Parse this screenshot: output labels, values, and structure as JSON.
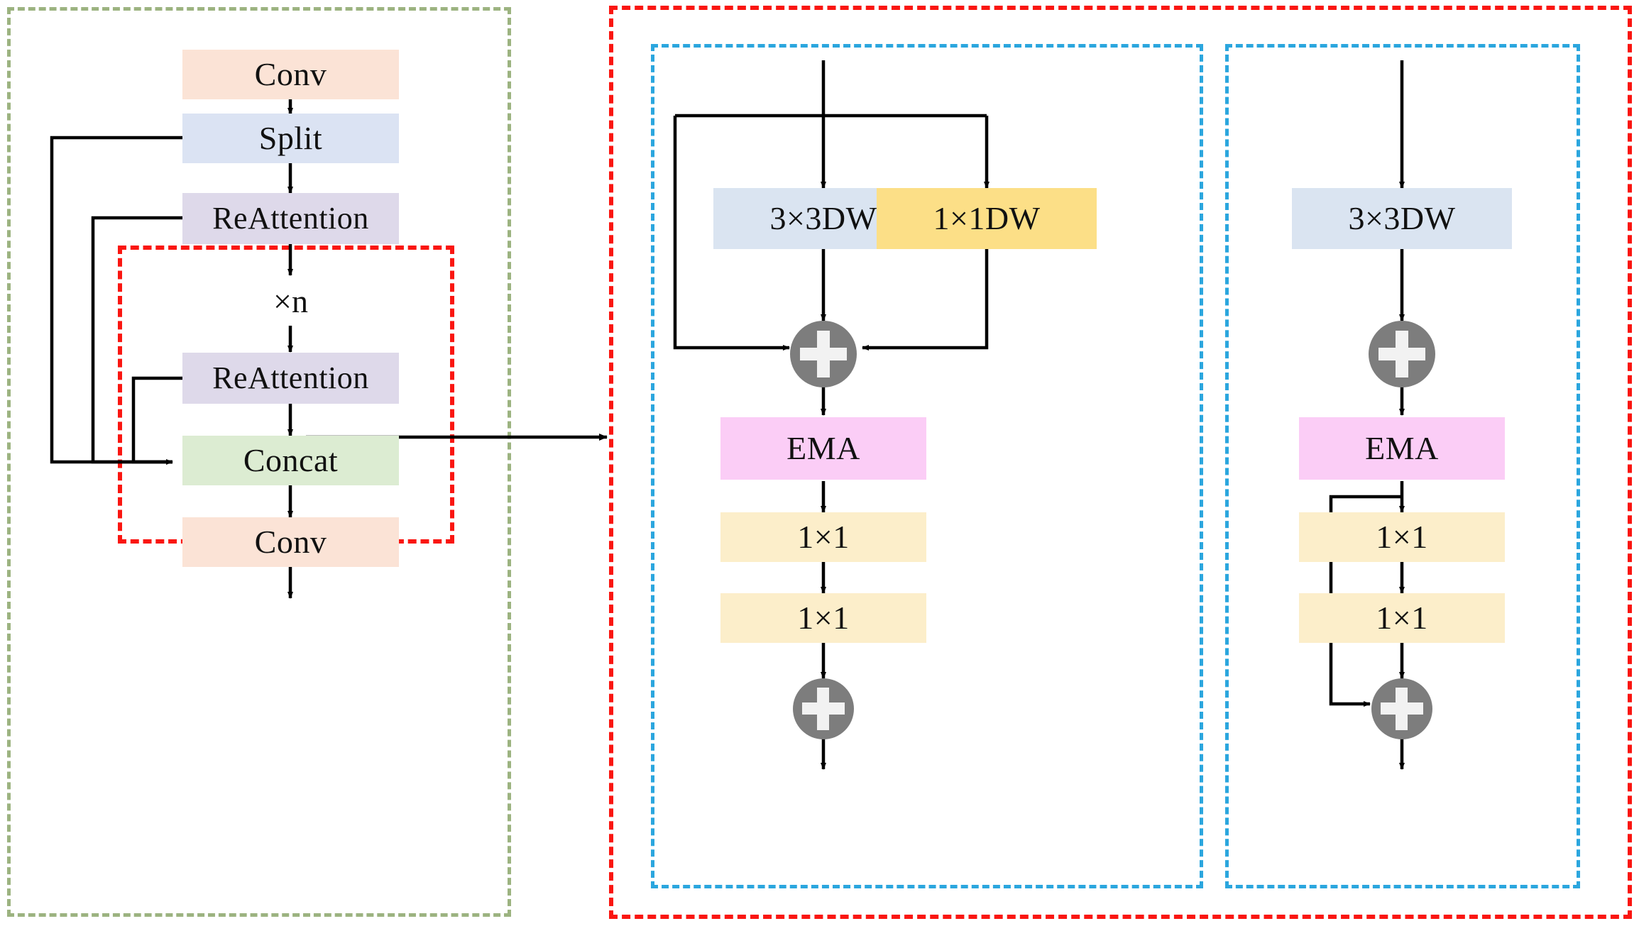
{
  "figure": {
    "type": "neural-network-architecture-diagram",
    "panels": [
      {
        "id": "panel-left",
        "frame_color": "#9cb380",
        "frame_style": "dashed",
        "name": "backbone-module"
      },
      {
        "id": "panel-right",
        "frame_color": "#fa1611",
        "frame_style": "dashed",
        "name": "reattention-detail"
      },
      {
        "id": "panel-inner-a",
        "frame_color": "#2ba6de",
        "frame_style": "dashed",
        "name": "reattention-variant-a"
      },
      {
        "id": "panel-inner-b",
        "frame_color": "#2ba6de",
        "frame_style": "dashed",
        "name": "reattention-variant-b"
      }
    ]
  },
  "colors": {
    "conv": "#fbe3d6",
    "split": "#dbe3f3",
    "reattention": "#ded9ea",
    "concat": "#dcecd2",
    "dw3x3": "#dae4f1",
    "dw1x1": "#fcdf87",
    "ema": "#fbcdf6",
    "conv1x1": "#fceeca",
    "plus": "#7d7d7d",
    "frame_green": "#9cb380",
    "frame_red": "#fa1611",
    "frame_blue": "#2ba6de",
    "wire": "#000000",
    "text": "#111111"
  },
  "left_panel": {
    "blocks": [
      {
        "id": "conv-top",
        "label": "Conv",
        "color": "#fbe3d6"
      },
      {
        "id": "split",
        "label": "Split",
        "color": "#dbe3f3"
      },
      {
        "id": "reattention-1",
        "label": "ReAttention",
        "color": "#ded9ea"
      },
      {
        "id": "repeat",
        "label": "×n",
        "color": "none"
      },
      {
        "id": "reattention-2",
        "label": "ReAttention",
        "color": "#ded9ea"
      },
      {
        "id": "concat",
        "label": "Concat",
        "color": "#dcecd2"
      },
      {
        "id": "conv-bottom",
        "label": "Conv",
        "color": "#fbe3d6"
      }
    ]
  },
  "middle_panel": {
    "blocks": [
      {
        "id": "dw3x3",
        "label": "3×3DW",
        "color": "#dae4f1"
      },
      {
        "id": "dw1x1",
        "label": "1×1DW",
        "color": "#fcdf87"
      },
      {
        "id": "plus-1",
        "label": "+",
        "color": "#7d7d7d"
      },
      {
        "id": "ema",
        "label": "EMA",
        "color": "#fbcdf6"
      },
      {
        "id": "conv1x1-a",
        "label": "1×1",
        "color": "#fceeca"
      },
      {
        "id": "conv1x1-b",
        "label": "1×1",
        "color": "#fceeca"
      },
      {
        "id": "plus-2",
        "label": "+",
        "color": "#7d7d7d"
      }
    ]
  },
  "right_panel": {
    "blocks": [
      {
        "id": "dw3x3",
        "label": "3×3DW",
        "color": "#dae4f1"
      },
      {
        "id": "plus-1",
        "label": "+",
        "color": "#7d7d7d"
      },
      {
        "id": "ema",
        "label": "EMA",
        "color": "#fbcdf6"
      },
      {
        "id": "conv1x1-a",
        "label": "1×1",
        "color": "#fceeca"
      },
      {
        "id": "conv1x1-b",
        "label": "1×1",
        "color": "#fceeca"
      },
      {
        "id": "plus-2",
        "label": "+",
        "color": "#7d7d7d"
      }
    ]
  }
}
